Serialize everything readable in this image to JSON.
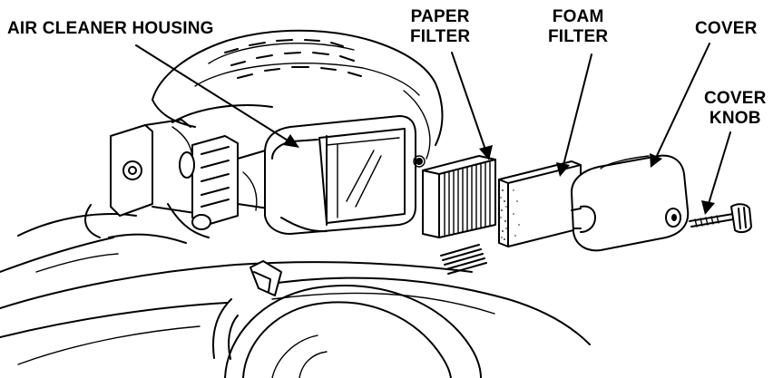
{
  "labels": {
    "air_cleaner_housing": "AIR CLEANER HOUSING",
    "paper_filter_line1": "PAPER",
    "paper_filter_line2": "FILTER",
    "foam_filter_line1": "FOAM",
    "foam_filter_line2": "FILTER",
    "cover": "COVER",
    "cover_knob_line1": "COVER",
    "cover_knob_line2": "KNOB"
  },
  "colors": {
    "ink": "#000000",
    "paper": "#ffffff"
  }
}
